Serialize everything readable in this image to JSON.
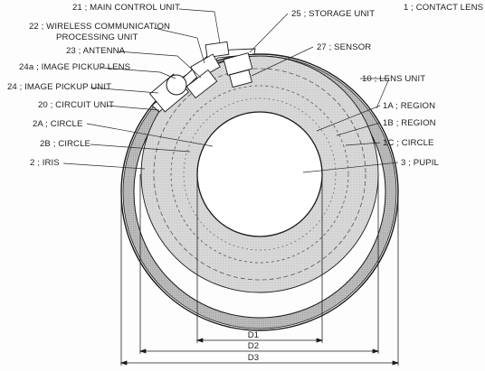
{
  "diagram": {
    "labels": {
      "contact_lens": "1 ; CONTACT LENS",
      "main_control_unit": "21 ; MAIN CONTROL UNIT",
      "wireless_line1": "22 ; WIRELESS COMMUNICATION",
      "wireless_line2": "PROCESSING UNIT",
      "antenna": "23 ; ANTENNA",
      "image_pickup_lens": "24a ; IMAGE PICKUP LENS",
      "image_pickup_unit": "24 ; IMAGE PICKUP UNIT",
      "circuit_unit": "20 ; CIRCUIT UNIT",
      "circle_2a": "2A ; CIRCLE",
      "circle_2b": "2B ; CIRCLE",
      "iris": "2 ; IRIS",
      "storage_unit": "25 ; STORAGE UNIT",
      "sensor": "27 ; SENSOR",
      "lens_unit": "10 ; LENS UNIT",
      "region_1a": "1A ; REGION",
      "region_1b": "1B ; REGION",
      "circle_1c": "1C ; CIRCLE",
      "pupil": "3 ; PUPIL"
    },
    "dimensions": {
      "d1": "D1",
      "d2": "D2",
      "d3": "D3"
    },
    "colors": {
      "line": "#1a1a1a",
      "lens_ring": "#b9b9b9",
      "region_fill": "#d6d6d6",
      "background": "#fdfdfd"
    }
  }
}
